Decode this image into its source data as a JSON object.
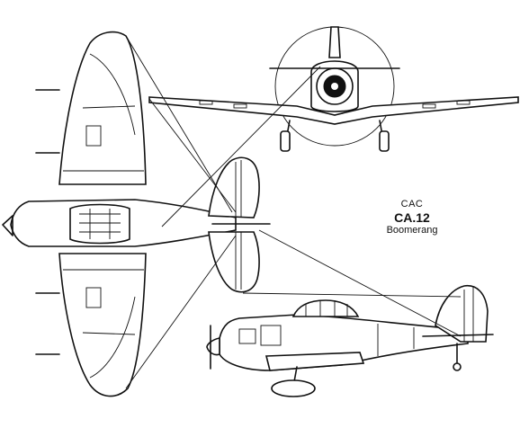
{
  "title": {
    "manufacturer": "CAC",
    "model": "CA.12",
    "name": "Boomerang"
  },
  "views": [
    "plan-view",
    "front-view",
    "side-view"
  ]
}
